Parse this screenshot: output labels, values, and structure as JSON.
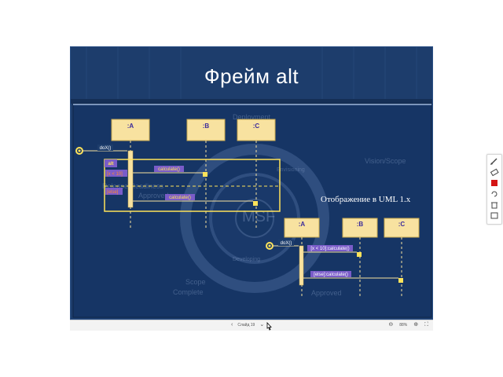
{
  "slide": {
    "title": "Фрейм alt",
    "watermark": {
      "deployment": "Deployment",
      "vision_scope": "Vision/Scope",
      "release_readiness": "Release Readiness",
      "approved_left": "Approved",
      "scope_complete_1": "Scope",
      "scope_complete_2": "Complete",
      "approved_right": "Approved",
      "msf": "MSF",
      "developing": "Developing",
      "envisioning": "Envisioning"
    },
    "diagram_top": {
      "lifeline_a": ":A",
      "lifeline_b": ":B",
      "lifeline_c": ":C",
      "call_dox": "doX()",
      "frame_tag": "alt",
      "guard_1": "[x < 10]",
      "guard_2": "[else]",
      "msg_1": "calculate()",
      "msg_2": "calculate()"
    },
    "uml_caption": "Отображение в UML 1.x",
    "diagram_bottom": {
      "lifeline_a": ":A",
      "lifeline_b": ":B",
      "lifeline_c": ":C",
      "call_dox": "doX()",
      "msg_1": "[x < 10]:calculate()",
      "msg_2": "[else]:calculate()"
    }
  },
  "statusbar": {
    "prev_icon": "chevron-left-icon",
    "slide_label": "Слайд 19",
    "next_icon": "chevron-right-icon",
    "zoom_out_icon": "minus-circle-icon",
    "zoom": "88%",
    "zoom_in_icon": "plus-circle-icon",
    "fullscreen_icon": "fullscreen-icon"
  },
  "toolbar": {
    "items": [
      "pen-icon",
      "eraser-icon",
      "color-red-icon",
      "undo-icon",
      "delete-icon",
      "screenshot-icon"
    ]
  },
  "colors": {
    "slide_bg": "#1d3d6c",
    "frame_border": "#ffe35a",
    "lifeline_box": "#f8e2a0",
    "message_label_bg": "#7a5cc9",
    "guard_text": "#ff8a2a"
  }
}
